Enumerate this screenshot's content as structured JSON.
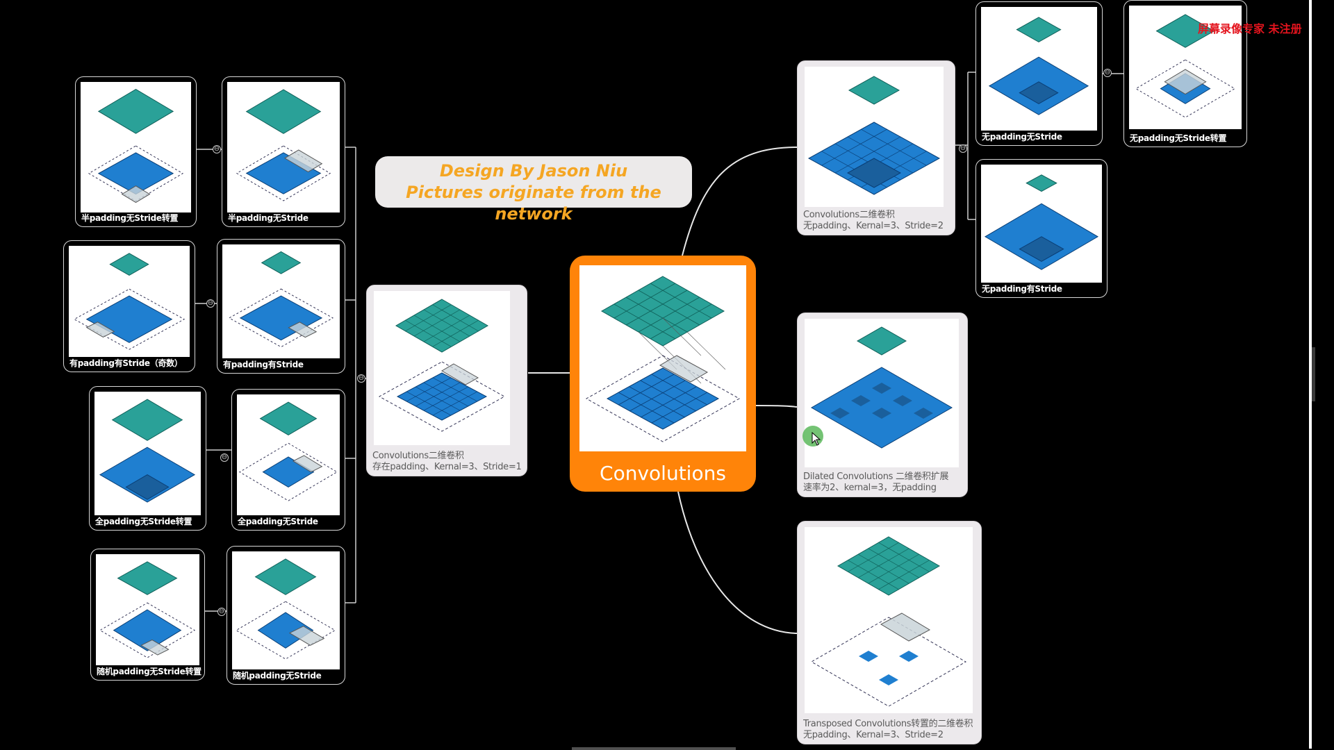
{
  "banner": {
    "line1": "Design By Jason Niu",
    "line2": "Pictures originate from the network"
  },
  "center": {
    "title": "Convolutions"
  },
  "watermark": "屏幕录像专家  未注册",
  "left_root": {
    "caption_line1": "Convolutions二维卷积",
    "caption_line2": "存在padding、Kernal=3、Stride=1"
  },
  "left_nodes": [
    {
      "caption": "半padding无Stride转置"
    },
    {
      "caption": "半padding无Stride"
    },
    {
      "caption": "有padding有Stride（奇数）"
    },
    {
      "caption": "有padding有Stride"
    },
    {
      "caption": "全padding无Stride转置"
    },
    {
      "caption": "全padding无Stride"
    },
    {
      "caption": "随机padding无Stride转置"
    },
    {
      "caption": "随机padding无Stride"
    }
  ],
  "right_nodes": [
    {
      "caption_line1": "Convolutions二维卷积",
      "caption_line2": "无padding、Kernal=3、Stride=2"
    },
    {
      "caption_line1": "Dilated Convolutions 二维卷积扩展",
      "caption_line2": "速率为2、kernal=3，无padding"
    },
    {
      "caption_line1": "Transposed Convolutions转置的二维卷积",
      "caption_line2": "无padding、Kernal=3、Stride=2"
    }
  ],
  "far_right_nodes": [
    {
      "caption": "无padding无Stride"
    },
    {
      "caption": "无padding无Stride转置"
    },
    {
      "caption": "无padding有Stride"
    }
  ],
  "colors": {
    "center": "#ff8409",
    "banner_text": "#f5a623",
    "teal": "#2aa198",
    "blue": "#1f7fd0",
    "watermark": "#e4141e"
  },
  "collapse_symbol": "⊖"
}
